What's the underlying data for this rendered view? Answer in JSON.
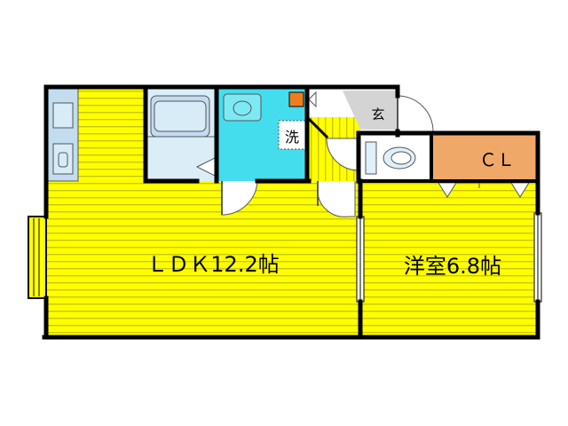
{
  "rooms": {
    "ldk_label": "ＬＤＫ12.2帖",
    "bedroom_label": "洋室6.8帖",
    "closet_label": "ＣＬ",
    "entrance_label": "玄",
    "washer_label": "洗"
  },
  "colors": {
    "floor": "#ffff00",
    "floor_stripe": "#c8c800",
    "wet_area": "#44ddee",
    "bath_fill": "#dbeef8",
    "closet": "#f0a868",
    "entrance": "#d4d4d4",
    "orange_box": "#f07c20",
    "wall": "#000000"
  }
}
